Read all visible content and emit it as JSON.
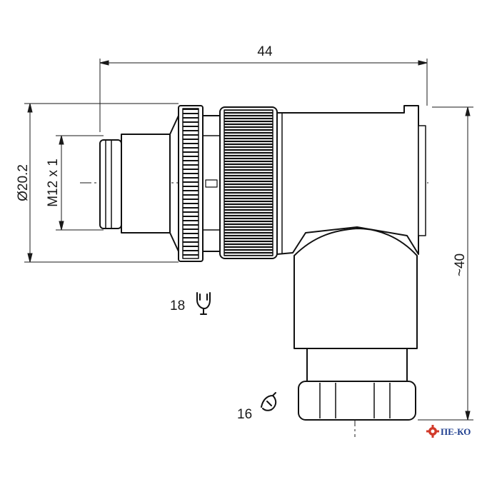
{
  "dimensions": {
    "overall_length": "44",
    "outer_diameter": "Ø20.2",
    "thread": "M12 x 1",
    "height": "~40"
  },
  "wrench_sizes": {
    "upper": "18",
    "lower": "16"
  },
  "logo": {
    "text": "ПЕ-КО",
    "color": "#1f3f8f",
    "gear_color": "#d23a2a"
  },
  "icons": [
    "wrench-icon",
    "gear-icon"
  ]
}
